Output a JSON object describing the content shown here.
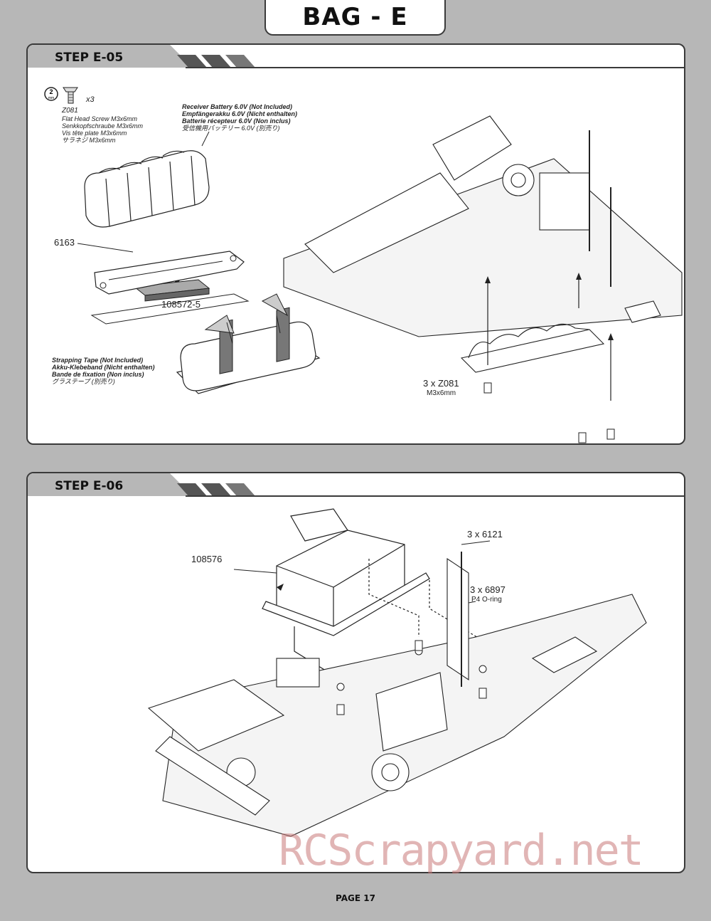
{
  "header": {
    "title": "BAG - E"
  },
  "step1": {
    "title": "STEP E-05",
    "tool_badge": {
      "number": "2",
      "unit": "mm"
    },
    "screw_qty": "x3",
    "screw_code": "Z081",
    "screw_desc": [
      "Flat Head Screw M3x6mm",
      "Senkkopfschraube M3x6mm",
      "Vis tête plate M3x6mm",
      "サラネジ M3x6mm"
    ],
    "battery_note": [
      "Receiver Battery 6.0V (Not Included)",
      "Empfängerakku 6.0V (Nicht enthalten)",
      "Batterie récepteur 6.0V (Non inclus)",
      "受信機用バッテリー 6.0V (別売り)"
    ],
    "part_a": "6163",
    "part_b": "108572-5",
    "tape_note": [
      "Strapping Tape (Not Included)",
      "Akku-Klebeband (Nicht enthalten)",
      "Bande de fixation (Non inclus)",
      "グラステープ (別売り)"
    ],
    "screw_callout": "3 x Z081",
    "screw_callout_sub": "M3x6mm"
  },
  "step2": {
    "title": "STEP E-06",
    "part_main": "108576",
    "clip_callout": "3 x 6121",
    "oring_callout": "3 x 6897",
    "oring_sub": "P4 O-ring"
  },
  "footer": {
    "page": "PAGE 17"
  },
  "watermark": "RCScrapyard.net"
}
